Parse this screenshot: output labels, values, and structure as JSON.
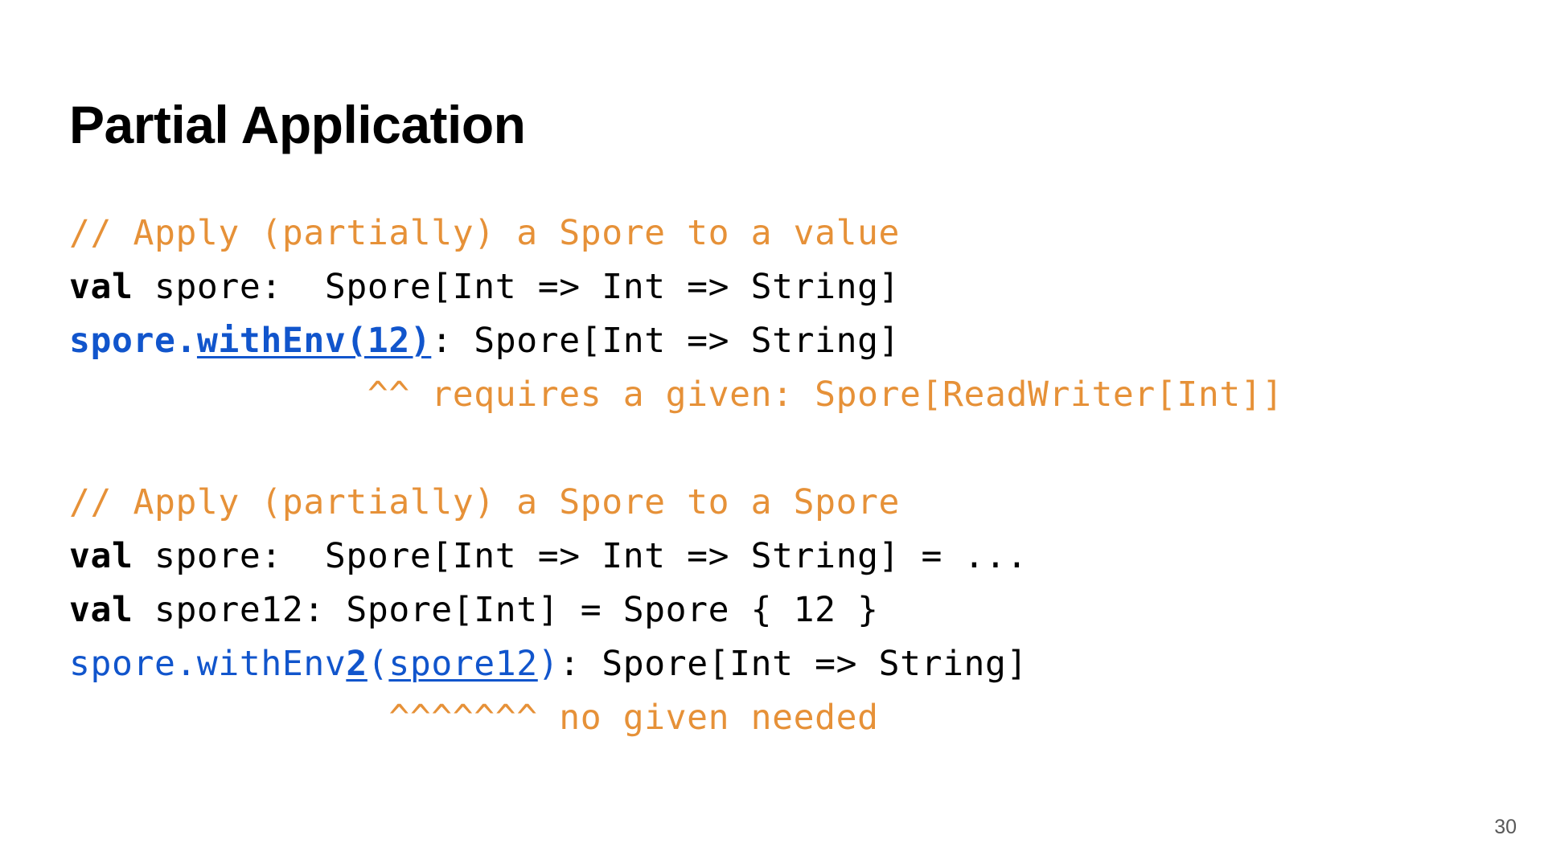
{
  "slide": {
    "title": "Partial Application",
    "page_number": "30"
  },
  "code": {
    "block1": {
      "comment": "// Apply (partially) a Spore to a value",
      "line2": {
        "kw": "val",
        "rest": " spore:  Spore[Int => Int => String]"
      },
      "line3": {
        "obj": "spore.",
        "call": "withEnv(12)",
        "rest": ": Spore[Int => String]"
      },
      "line4": {
        "indent": "              ",
        "note": "^^ requires a given: Spore[ReadWriter[Int]]"
      }
    },
    "block2": {
      "comment": "// Apply (partially) a Spore to a Spore",
      "line2": {
        "kw": "val",
        "rest": " spore:  Spore[Int => Int => String] = ..."
      },
      "line3": {
        "kw": "val",
        "rest": " spore12: Spore[Int] = Spore { 12 }"
      },
      "line4": {
        "obj": "spore.withEnv",
        "num": "2",
        "paren_open": "(",
        "arg": "spore12",
        "paren_close": ")",
        "rest": ": Spore[Int => String]"
      },
      "line5": {
        "indent": "               ",
        "note": "^^^^^^^ no given needed"
      }
    }
  }
}
